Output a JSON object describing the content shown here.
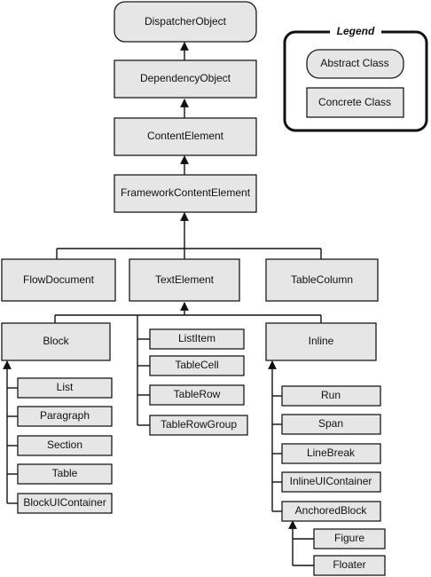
{
  "legend": {
    "title": "Legend",
    "abstract_label": "Abstract Class",
    "concrete_label": "Concrete Class"
  },
  "nodes": {
    "dispatcher_object": "DispatcherObject",
    "dependency_object": "DependencyObject",
    "content_element": "ContentElement",
    "framework_content_element": "FrameworkContentElement",
    "flow_document": "FlowDocument",
    "text_element": "TextElement",
    "table_column": "TableColumn",
    "block": "Block",
    "list": "List",
    "paragraph": "Paragraph",
    "section": "Section",
    "table": "Table",
    "block_ui_container": "BlockUIContainer",
    "list_item": "ListItem",
    "table_cell": "TableCell",
    "table_row": "TableRow",
    "table_row_group": "TableRowGroup",
    "inline": "Inline",
    "run": "Run",
    "span": "Span",
    "line_break": "LineBreak",
    "inline_ui_container": "InlineUIContainer",
    "anchored_block": "AnchoredBlock",
    "figure": "Figure",
    "floater": "Floater"
  }
}
